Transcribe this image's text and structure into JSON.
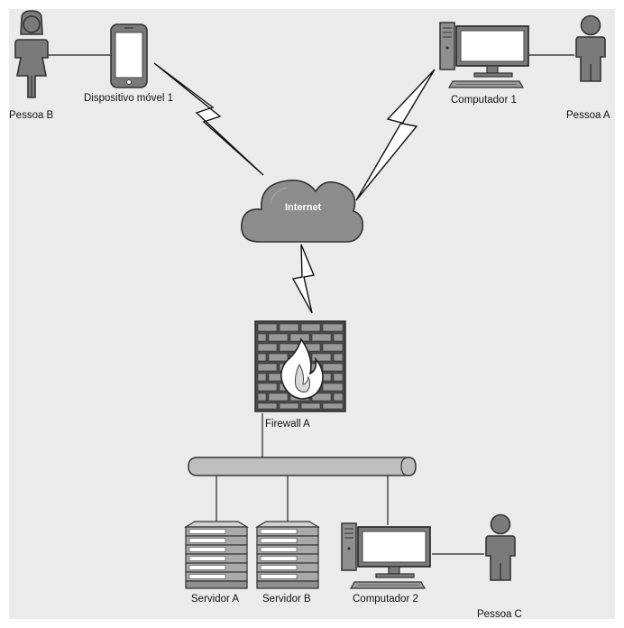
{
  "labels": {
    "pessoa_b": "Pessoa B",
    "dispositivo_movel_1": "Dispositivo móvel 1",
    "computador_1": "Computador 1",
    "pessoa_a": "Pessoa A",
    "internet": "Internet",
    "firewall_a": "Firewall A",
    "servidor_a": "Servidor A",
    "servidor_b": "Servidor B",
    "computador_2": "Computador 2",
    "pessoa_c": "Pessoa C"
  },
  "colors": {
    "background_panel": "#ebebeb",
    "device_gray": "#7a7a7a",
    "device_dark": "#333333",
    "cloud_gray": "#8c8c8c",
    "brick_gray": "#9a9a9a",
    "server_gray": "#a9a9a9",
    "bus_gray": "#bfbfbf"
  },
  "icons": [
    "person-icon",
    "mobile-phone-icon",
    "desktop-computer-icon",
    "cloud-icon",
    "lightning-link-icon",
    "firewall-icon",
    "server-icon",
    "network-bus-icon"
  ]
}
